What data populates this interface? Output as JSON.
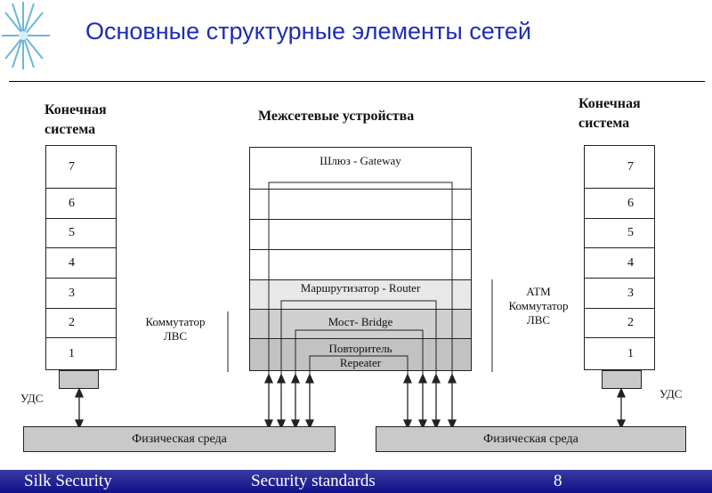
{
  "slide": {
    "title": "Основные структурные элементы сетей"
  },
  "diagram": {
    "left_system_label": "Конечная система",
    "right_system_label": "Конечная система",
    "middle_label": "Межсетевые устройства",
    "layers": [
      "7",
      "6",
      "5",
      "4",
      "3",
      "2",
      "1"
    ],
    "gateway": "Шлюз - Gateway",
    "router": "Маршрутизатор - Router",
    "bridge": "Мост- Bridge",
    "repeater_line1": "Повторитель",
    "repeater_line2": "Repeater",
    "lan_switch_line1": "Коммутатор",
    "lan_switch_line2": "ЛВС",
    "atm_line1": "ATM",
    "atm_line2": "Коммутатор",
    "atm_line3": "ЛВС",
    "udc_left": "УДС",
    "udc_right": "УДС",
    "medium_left": "Физическая среда",
    "medium_right": "Физическая среда",
    "colors": {
      "title": "#1f2db4",
      "router_fill": "#e8e8e8",
      "bridge_fill": "#cfcfcf",
      "repeater_fill": "#c2c2c2",
      "medium_fill": "#c9c9c9"
    }
  },
  "footer": {
    "left": "Silk Security",
    "center": "Security standards",
    "page": "8"
  }
}
